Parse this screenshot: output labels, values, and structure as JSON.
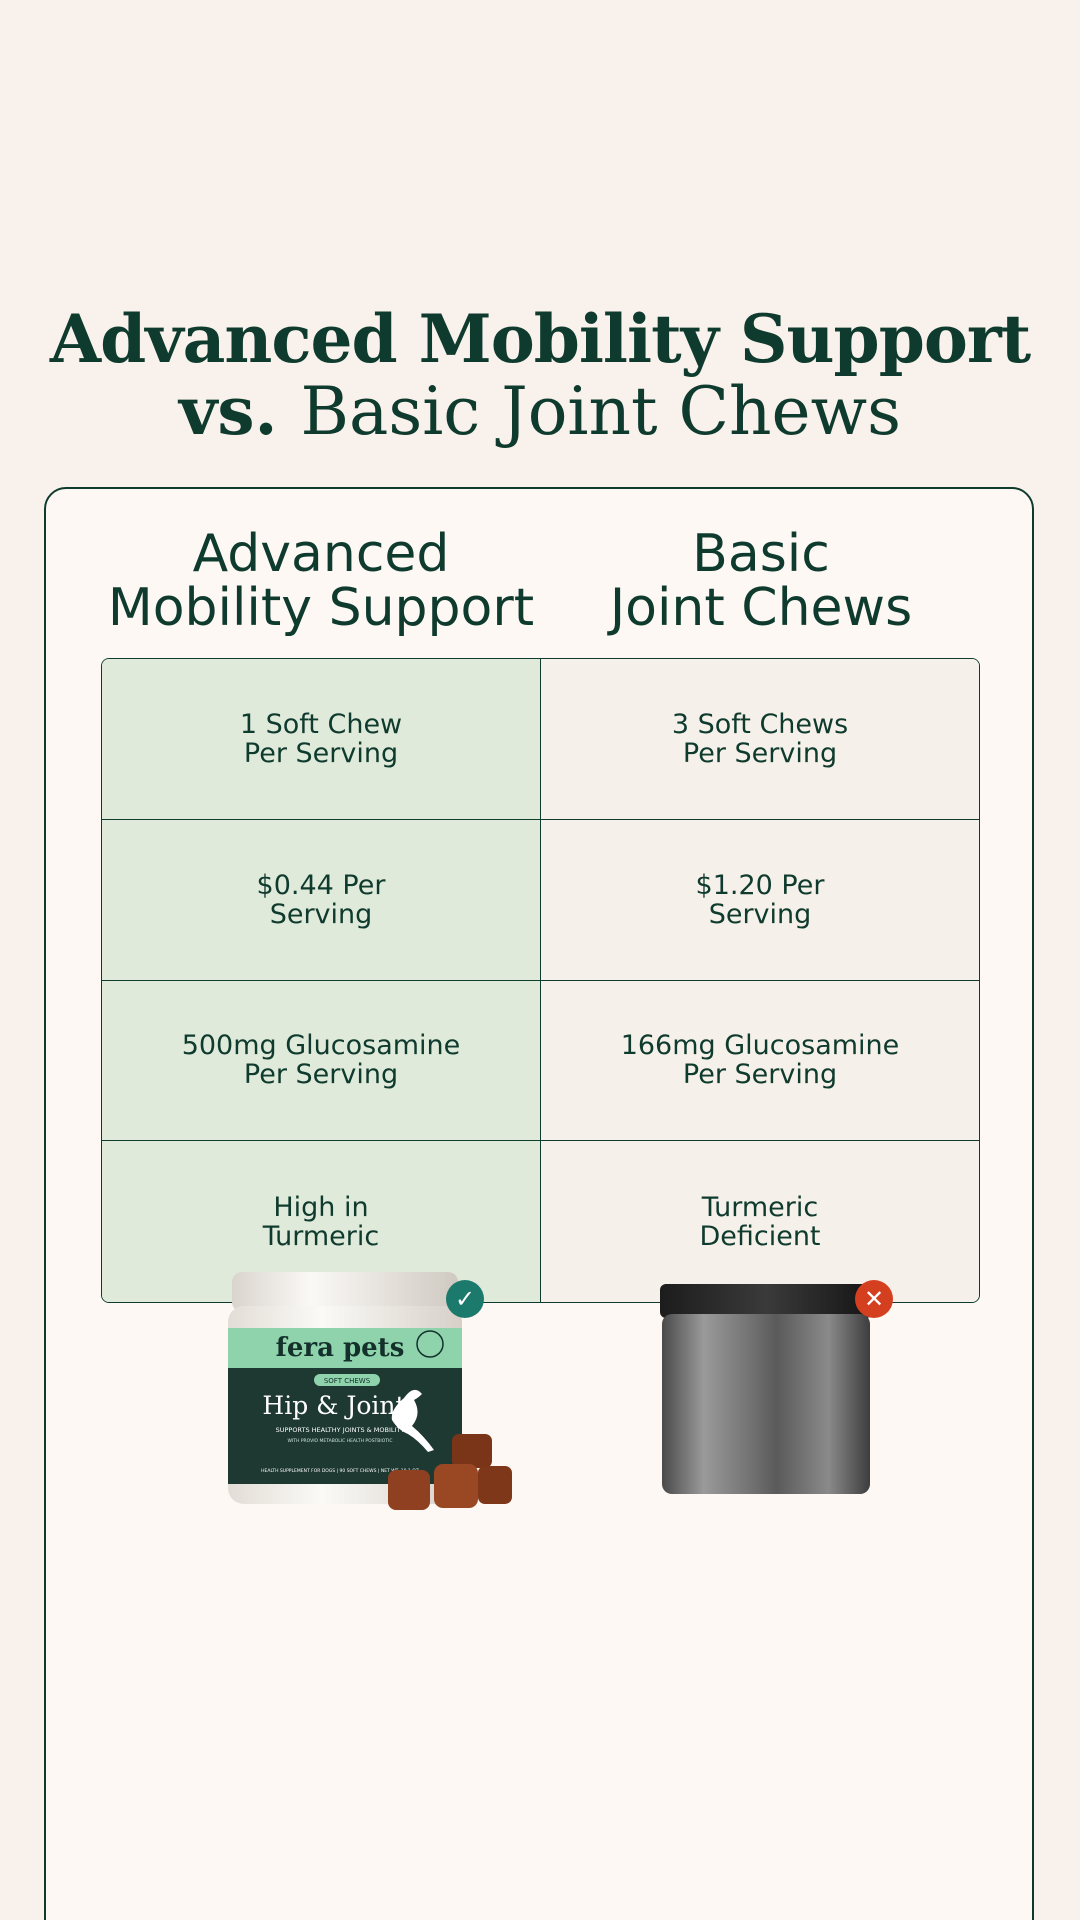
{
  "headline": {
    "line1": "Advanced Mobility Support",
    "vs": "vs.",
    "basic": "Basic Joint Chews"
  },
  "columns": {
    "advanced": {
      "line1": "Advanced",
      "line2": "Mobility Support"
    },
    "basic": {
      "line1": "Basic",
      "line2": "Joint Chews"
    }
  },
  "rows": [
    {
      "advanced": "1 Soft Chew\nPer Serving",
      "basic": "3 Soft Chews\nPer Serving"
    },
    {
      "advanced": "$0.44 Per\nServing",
      "basic": "$1.20 Per\nServing"
    },
    {
      "advanced": "500mg Glucosamine\nPer Serving",
      "basic": "166mg Glucosamine\nPer Serving"
    },
    {
      "advanced": "High in\nTurmeric",
      "basic": "Turmeric\nDeficient"
    }
  ],
  "product": {
    "brand": "fera pets",
    "tag": "SOFT CHEWS",
    "name": "Hip & Joint",
    "tagline": "SUPPORTS HEALTHY JOINTS & MOBILITY",
    "subline": "WITH PROVIO METABOLIC HEALTH POSTBIOTIC",
    "footer": "HEALTH SUPPLEMENT FOR DOGS | 90 SOFT CHEWS | NET WT. 10.1 OZ"
  },
  "badges": {
    "check": "✓",
    "cross": "✕"
  },
  "colors": {
    "brand_green": "#0f3b2e",
    "advanced_cell": "#e0eadb",
    "basic_cell": "#f6f0ea",
    "check_badge": "#1b7a6c",
    "cross_badge": "#d4401f"
  }
}
